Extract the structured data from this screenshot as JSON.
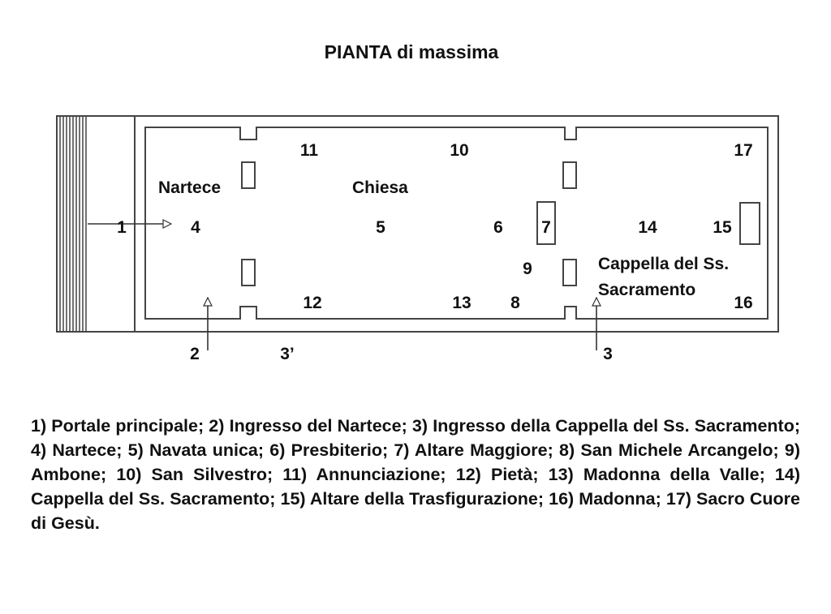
{
  "title": "PIANTA di massima",
  "labels": {
    "nartece": "Nartece",
    "chiesa": "Chiesa",
    "cappella_line1": "Cappella del Ss.",
    "cappella_line2": "Sacramento"
  },
  "numbers": {
    "n1": "1",
    "n2": "2",
    "n3prime": "3’",
    "n3": "3",
    "n4": "4",
    "n5": "5",
    "n6": "6",
    "n7": "7",
    "n8": "8",
    "n9": "9",
    "n10": "10",
    "n11": "11",
    "n12": "12",
    "n13": "13",
    "n14": "14",
    "n15": "15",
    "n16": "16",
    "n17": "17"
  },
  "legend": "1) Portale principale; 2) Ingresso del Nartece; 3) Ingresso della Cappella del Ss. Sacramento; 4) Nartece; 5) Navata unica; 6) Presbiterio; 7) Altare Maggiore; 8) San Michele Arcangelo; 9) Ambone; 10) San Silvestro; 11) Annunciazione; 12) Pietà; 13) Madonna della Valle; 14) Cappella del Ss. Sacramento; 15) Altare della Trasfigurazione; 16) Madonna; 17) Sacro Cuore di Gesù."
}
